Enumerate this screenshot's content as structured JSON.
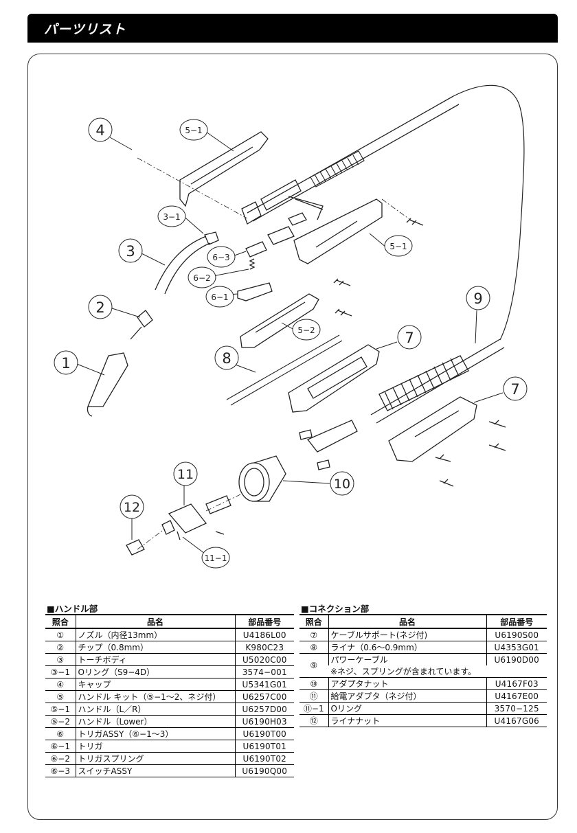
{
  "header": {
    "title": "パーツリスト"
  },
  "diagram": {
    "callouts": [
      "4",
      "5−1",
      "3−1",
      "3",
      "2",
      "1",
      "6−3",
      "6−2",
      "6−1",
      "5−1",
      "5−2",
      "8",
      "7",
      "9",
      "7",
      "11",
      "12",
      "10",
      "11−1"
    ]
  },
  "handle_section": {
    "label": "■ハンドル部",
    "headers": {
      "no": "照合",
      "name": "品名",
      "code": "部品番号"
    },
    "rows": [
      {
        "no": "①",
        "name": "ノズル（内径13mm）",
        "code": "U4186L00"
      },
      {
        "no": "②",
        "name": "チップ（0.8mm）",
        "code": "K980C23"
      },
      {
        "no": "③",
        "name": "トーチボディ",
        "code": "U5020C00"
      },
      {
        "no": "③−1",
        "name": "Oリング（S9−4D）",
        "code": "3574−001"
      },
      {
        "no": "④",
        "name": "キャップ",
        "code": "U5341G01"
      },
      {
        "no": "⑤",
        "name": "ハンドル キット（⑤−1〜2、ネジ付）",
        "code": "U6257C00"
      },
      {
        "no": "⑤−1",
        "name": "ハンドル（L／R）",
        "code": "U6257D00"
      },
      {
        "no": "⑤−2",
        "name": "ハンドル（Lower）",
        "code": "U6190H03"
      },
      {
        "no": "⑥",
        "name": "トリガASSY（⑥−1〜3）",
        "code": "U6190T00"
      },
      {
        "no": "⑥−1",
        "name": "トリガ",
        "code": "U6190T01"
      },
      {
        "no": "⑥−2",
        "name": "トリガスプリング",
        "code": "U6190T02"
      },
      {
        "no": "⑥−3",
        "name": "スイッチASSY",
        "code": "U6190Q00"
      }
    ]
  },
  "connection_section": {
    "label": "■コネクション部",
    "headers": {
      "no": "照合",
      "name": "品名",
      "code": "部品番号"
    },
    "rows": [
      {
        "no": "⑦",
        "name": "ケーブルサポート(ネジ付)",
        "code": "U6190S00"
      },
      {
        "no": "⑧",
        "name": "ライナ（0.6〜0.9mm）",
        "code": "U4353G01"
      },
      {
        "no": "⑨",
        "name": "パワーケーブル",
        "code": "U6190D00",
        "note": "※ネジ、スプリングが含まれています。"
      },
      {
        "no": "⑩",
        "name": "アダプタナット",
        "code": "U4167F03"
      },
      {
        "no": "⑪",
        "name": "給電アダプタ（ネジ付）",
        "code": "U4167E00"
      },
      {
        "no": "⑪−1",
        "name": "Oリング",
        "code": "3570−125"
      },
      {
        "no": "⑫",
        "name": "ライナナット",
        "code": "U4167G06"
      }
    ]
  }
}
